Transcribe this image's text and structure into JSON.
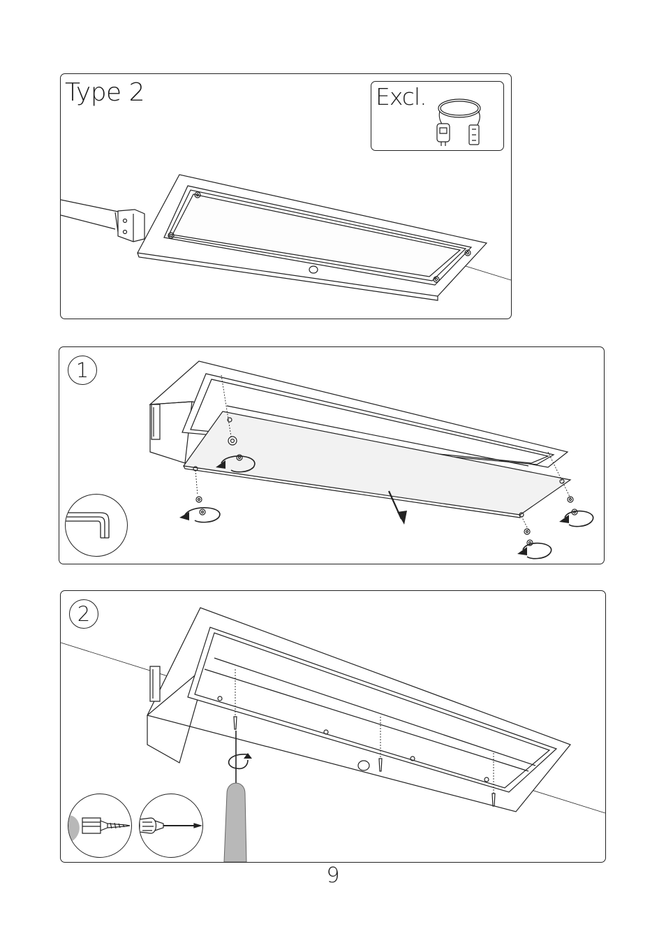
{
  "figures": {
    "type2": {
      "title": "Type 2",
      "excluded": {
        "label": "Excl.",
        "icon": "power-cable-icon"
      }
    },
    "step1": {
      "number": "1",
      "tool_icon": "allen-key-icon"
    },
    "step2": {
      "number": "2",
      "tool_icons": [
        "power-drill-icon",
        "screwdriver-icon"
      ]
    }
  },
  "page_number": "9"
}
